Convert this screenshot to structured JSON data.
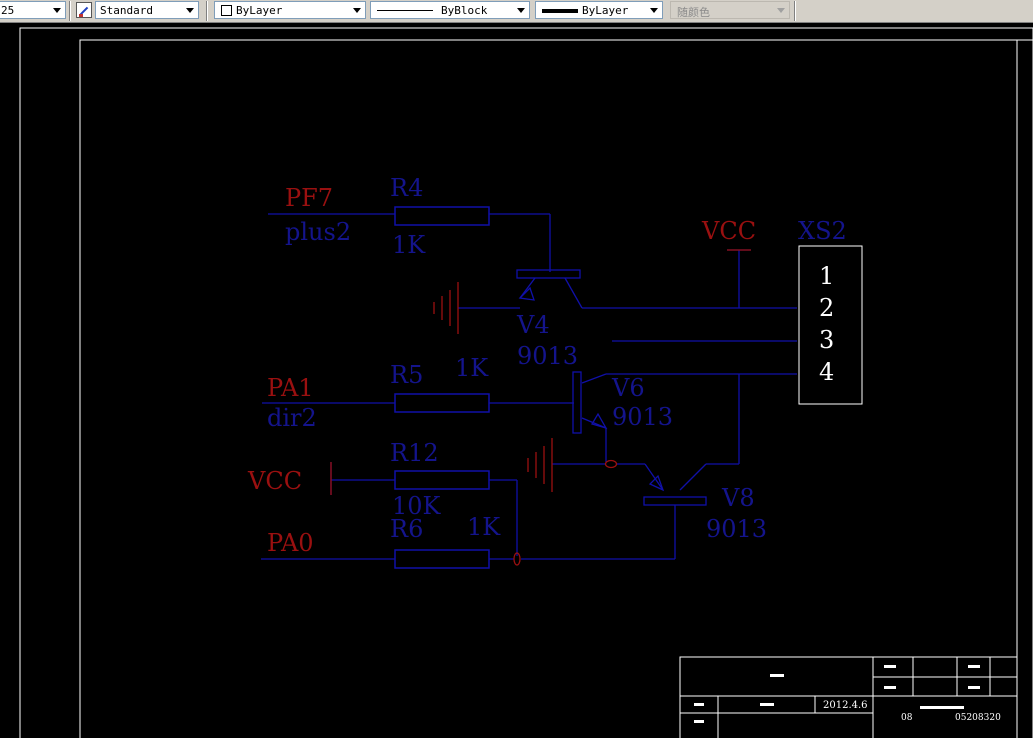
{
  "toolbar": {
    "lineweight_partial": "25",
    "textstyle": {
      "icon": "text-style-icon",
      "value": "Standard"
    },
    "layer_color": "ByLayer",
    "linetype": "ByBlock",
    "lineweight": "ByLayer",
    "plotstyle": "随颜色"
  },
  "schematic": {
    "net_labels": {
      "pf7": "PF7",
      "plus2": "plus2",
      "pa1": "PA1",
      "dir2": "dir2",
      "vcc_left": "VCC",
      "pa0": "PA0",
      "vcc_top": "VCC"
    },
    "resistors": [
      {
        "ref": "R4",
        "value": "1K"
      },
      {
        "ref": "R5",
        "value": "1K"
      },
      {
        "ref": "R12",
        "value": "10K"
      },
      {
        "ref": "R6",
        "value": "1K"
      }
    ],
    "transistors": [
      {
        "ref": "V4",
        "part": "9013"
      },
      {
        "ref": "V6",
        "part": "9013"
      },
      {
        "ref": "V8",
        "part": "9013"
      }
    ],
    "connector": {
      "ref": "XS2",
      "pins": [
        "1",
        "2",
        "3",
        "4"
      ]
    }
  },
  "title_block": {
    "date": "2012.4.6",
    "code_a": "08",
    "code_b": "05208320"
  },
  "colors": {
    "wire": "#1010a8",
    "net_label_red": "#9a1010",
    "net_label_blue": "#14148c",
    "frame": "#ffffff",
    "background": "#000000"
  }
}
